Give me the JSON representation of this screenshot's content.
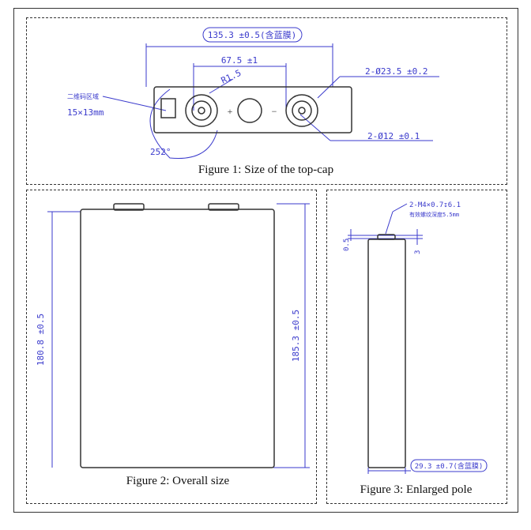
{
  "figure1": {
    "caption": "Figure 1: Size of the top-cap",
    "width_dim": "135.3 ±0.5(含蓝膜)",
    "pitch_dim": "67.5 ±1",
    "radius": "R1.5",
    "terminal_dia": "2-Ø23.5 ±0.2",
    "pole_dia": "2-Ø12 ±0.1",
    "angle": "252°",
    "qr_label": "二维码区域",
    "qr_size": "15×13mm",
    "plus": "+",
    "minus": "−"
  },
  "figure2": {
    "caption": "Figure 2: Overall size",
    "height_body": "180.8 ±0.5",
    "height_total": "185.3 ±0.5"
  },
  "figure3": {
    "caption": "Figure 3: Enlarged pole",
    "thread": "2-M4×0.7↧6.1",
    "thread_depth": "有效螺纹深度5.5mm",
    "step": "0.5",
    "pole_height": "3",
    "thickness": "29.3 ±0.7(含蓝膜)"
  },
  "colors": {
    "dim": "#3a3acc",
    "line": "#333333"
  }
}
